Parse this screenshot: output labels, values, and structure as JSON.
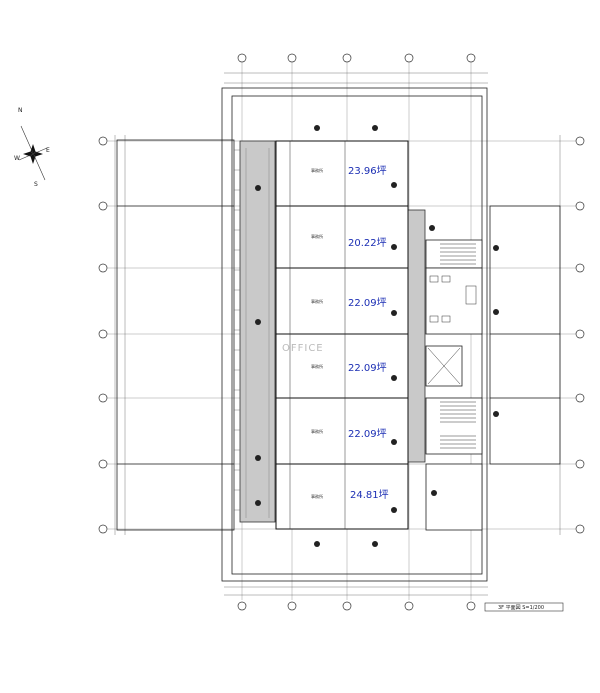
{
  "plan": {
    "watermark": "OFFICE",
    "units": [
      {
        "area": "23.96坪",
        "room": "事務所"
      },
      {
        "area": "20.22坪",
        "room": "事務所"
      },
      {
        "area": "22.09坪",
        "room": "事務所"
      },
      {
        "area": "22.09坪",
        "room": "事務所"
      },
      {
        "area": "22.09坪",
        "room": "事務所"
      },
      {
        "area": "24.81坪",
        "room": "事務所"
      }
    ],
    "drawing_title": "3F 平面図 S=1/200",
    "compass": {
      "n": "N",
      "s": "S",
      "e": "E",
      "w": "W"
    }
  },
  "colors": {
    "line": "#222222",
    "corridor_fill": "#c9c9c9",
    "area_text": "#1c2fb4"
  }
}
